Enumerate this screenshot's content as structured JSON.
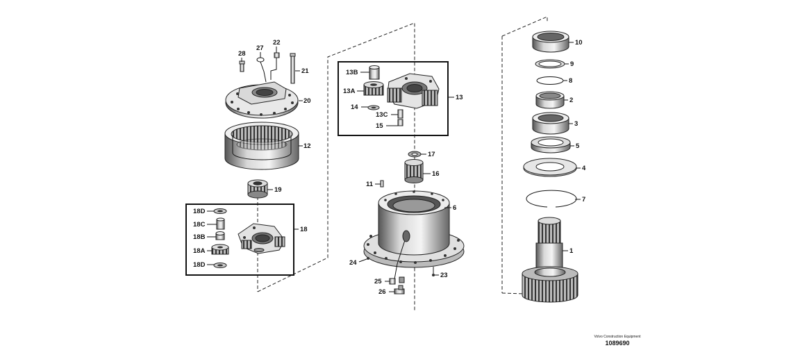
{
  "drawing_id": "1089690",
  "brand_caption": "Volvo Construction Equipment",
  "callouts": {
    "p1": "1",
    "p2": "2",
    "p3": "3",
    "p4": "4",
    "p5": "5",
    "p6": "6",
    "p7": "7",
    "p8": "8",
    "p9": "9",
    "p10": "10",
    "p11": "11",
    "p12": "12",
    "p13": "13",
    "p13A": "13A",
    "p13B": "13B",
    "p13C": "13C",
    "p14": "14",
    "p15": "15",
    "p16": "16",
    "p17": "17",
    "p18": "18",
    "p18A": "18A",
    "p18B": "18B",
    "p18C": "18C",
    "p18D_top": "18D",
    "p18D_bot": "18D",
    "p19": "19",
    "p20": "20",
    "p21": "21",
    "p22": "22",
    "p23": "23",
    "p24": "24",
    "p25": "25",
    "p26": "26",
    "p27": "27",
    "p28": "28"
  }
}
